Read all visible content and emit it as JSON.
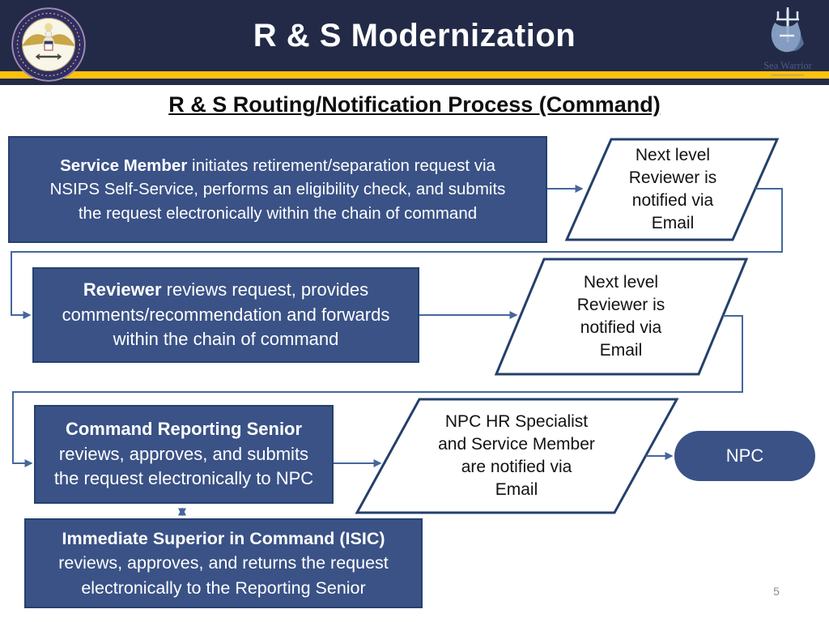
{
  "header": {
    "title": "R & S Modernization",
    "bg_color": "#222A47",
    "gold_stripe_color": "#FFC010",
    "left_logo": "us-navy-seal",
    "right_logo": "sea-warrior-logo",
    "right_logo_caption": "Sea Warrior"
  },
  "subtitle": "R & S Routing/Notification Process (Command)",
  "page_number": "5",
  "colors": {
    "process_box_fill": "#3A5286",
    "process_box_border": "#24406F",
    "parallelogram_border": "#24406B",
    "connector": "#44679C",
    "box_text": "#FFFFFF"
  },
  "flowchart": {
    "boxes": [
      {
        "id": "service-member",
        "bold": "Service Member",
        "rest": " initiates retirement/separation request via\nNSIPS Self-Service, performs an eligibility check, and submits\nthe request electronically within the chain of command"
      },
      {
        "id": "reviewer",
        "bold": "Reviewer",
        "rest": " reviews request, provides\ncomments/recommendation and forwards\nwithin the chain of command"
      },
      {
        "id": "command-reporting-senior",
        "bold": "Command Reporting Senior",
        "rest": "\nreviews, approves, and submits\nthe request electronically to NPC"
      },
      {
        "id": "isic",
        "bold": "Immediate Superior in Command (ISIC)",
        "rest": "\nreviews, approves, and returns the request\nelectronically to the Reporting Senior"
      }
    ],
    "parallelograms": [
      {
        "id": "notify-1",
        "text": "Next level\nReviewer is\nnotified via\nEmail"
      },
      {
        "id": "notify-2",
        "text": "Next level\nReviewer is\nnotified via\nEmail"
      },
      {
        "id": "notify-3",
        "text": "NPC HR Specialist\nand Service Member\nare notified via\nEmail"
      }
    ],
    "terminal": {
      "id": "npc",
      "label": "NPC"
    },
    "edges": [
      {
        "from": "service-member",
        "to": "notify-1"
      },
      {
        "from": "notify-1",
        "to": "reviewer"
      },
      {
        "from": "reviewer",
        "to": "notify-2"
      },
      {
        "from": "notify-2",
        "to": "command-reporting-senior"
      },
      {
        "from": "command-reporting-senior",
        "to": "notify-3"
      },
      {
        "from": "notify-3",
        "to": "npc"
      },
      {
        "from": "command-reporting-senior",
        "to": "isic",
        "type": "bidirectional"
      }
    ]
  }
}
